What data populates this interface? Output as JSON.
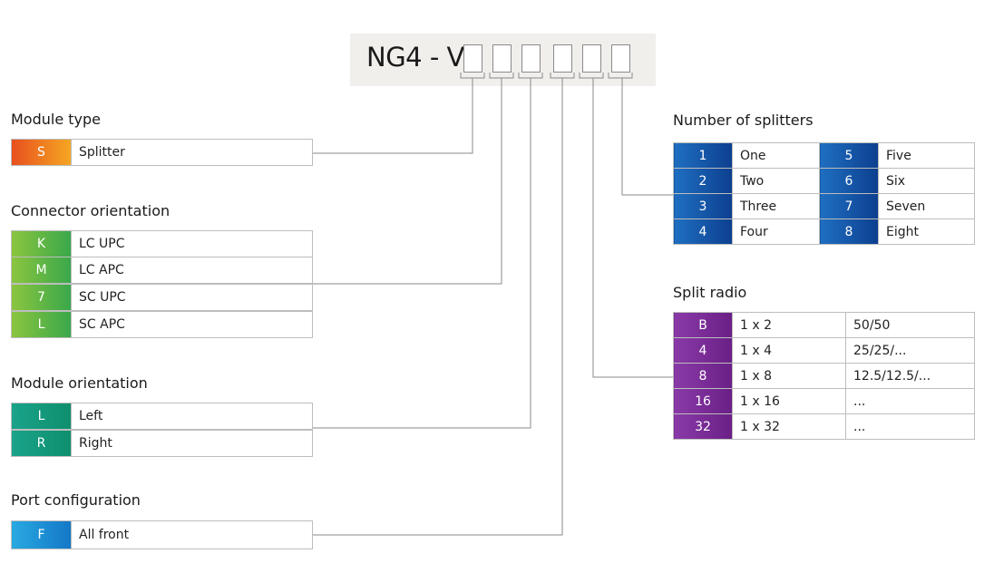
{
  "code": {
    "prefix": "NG4 - V",
    "slots": 6
  },
  "module_type": {
    "title": "Module type",
    "items": [
      {
        "code": "S",
        "label": "Splitter"
      }
    ]
  },
  "connector_orientation": {
    "title": "Connector orientation",
    "items": [
      {
        "code": "K",
        "label": "LC UPC"
      },
      {
        "code": "M",
        "label": "LC APC"
      },
      {
        "code": "7",
        "label": "SC UPC"
      },
      {
        "code": "L",
        "label": "SC APC"
      }
    ]
  },
  "module_orientation": {
    "title": "Module orientation",
    "items": [
      {
        "code": "L",
        "label": "Left"
      },
      {
        "code": "R",
        "label": "Right"
      }
    ]
  },
  "port_configuration": {
    "title": "Port configuration",
    "items": [
      {
        "code": "F",
        "label": "All front"
      }
    ]
  },
  "number_of_splitters": {
    "title": "Number of splitters",
    "rows": [
      [
        {
          "code": "1",
          "label": "One"
        },
        {
          "code": "5",
          "label": "Five"
        }
      ],
      [
        {
          "code": "2",
          "label": "Two"
        },
        {
          "code": "6",
          "label": "Six"
        }
      ],
      [
        {
          "code": "3",
          "label": "Three"
        },
        {
          "code": "7",
          "label": "Seven"
        }
      ],
      [
        {
          "code": "4",
          "label": "Four"
        },
        {
          "code": "8",
          "label": "Eight"
        }
      ]
    ]
  },
  "split_ratio": {
    "title": "Split radio",
    "rows": [
      {
        "code": "B",
        "split": "1 x 2",
        "ratio": "50/50"
      },
      {
        "code": "4",
        "split": "1 x 4",
        "ratio": "25/25/..."
      },
      {
        "code": "8",
        "split": "1 x 8",
        "ratio": "12.5/12.5/..."
      },
      {
        "code": "16",
        "split": "1 x 16",
        "ratio": "..."
      },
      {
        "code": "32",
        "split": "1 x 32",
        "ratio": "..."
      }
    ]
  },
  "colors": {
    "module_type": [
      "#e8501e",
      "#f5a623"
    ],
    "connector": [
      "#8bc53f",
      "#3aa84a"
    ],
    "module_orientation": [
      "#1aa38a",
      "#0e8f6e"
    ],
    "port": [
      "#29a9e1",
      "#1478c8"
    ],
    "splitters": [
      "#1f6fc1",
      "#0d3f8f"
    ],
    "split_ratio": [
      "#8a3aa8",
      "#6a1f86"
    ],
    "line": "#8a8a8a"
  }
}
